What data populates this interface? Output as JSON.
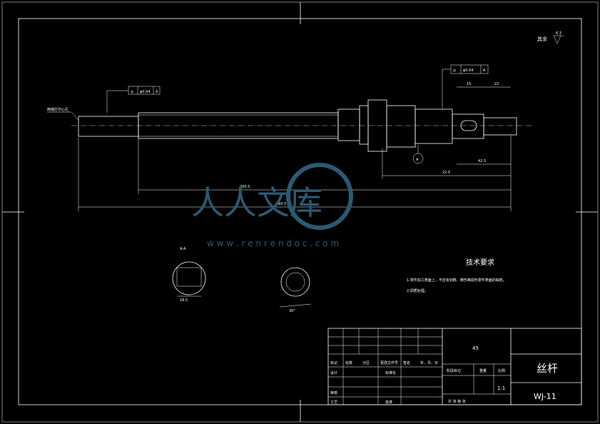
{
  "drawing": {
    "roughness_note": "其余",
    "roughness_value": "6.3",
    "tolerance_frame_1": {
      "symbol": "◎",
      "value": "φ0.04",
      "datum": "A"
    },
    "tolerance_frame_2": {
      "symbol": "◎",
      "value": "φ0.04",
      "datum": "A"
    },
    "datum_label": "A",
    "leader_note": "两端打中心孔",
    "dim_overall": "260.5",
    "dim_mid": "200.5",
    "dim_right": "22.5",
    "dim_right2": "42.5",
    "dim_top_1": "15",
    "dim_top_2": "22",
    "section_label": "A-A",
    "section_width": "18.5",
    "angle": "30°"
  },
  "watermark": {
    "text": "人人文库",
    "url": "w w w . r e n r e n d o c . c o m"
  },
  "requirements": {
    "title": "技术要求",
    "item1": "1.零件加工表面上，不应有划痕、擦伤等损伤零件表面的缺陷。",
    "item2": "2.调质处理。"
  },
  "title_block": {
    "material": "45",
    "part_name": "丝杆",
    "drawing_number": "WJ-11",
    "scale": "1:1",
    "scale_label": "比例",
    "weight_label": "重量",
    "stage_label": "阶段标记",
    "sheet_total": "共   张   第   张",
    "row_labels": [
      "标记",
      "处数",
      "分区",
      "更改文件号",
      "签名",
      "年、月、日"
    ],
    "designer": "设计",
    "standardization": "标准化",
    "reviewer": "审核",
    "process": "工艺",
    "approve": "批准"
  }
}
